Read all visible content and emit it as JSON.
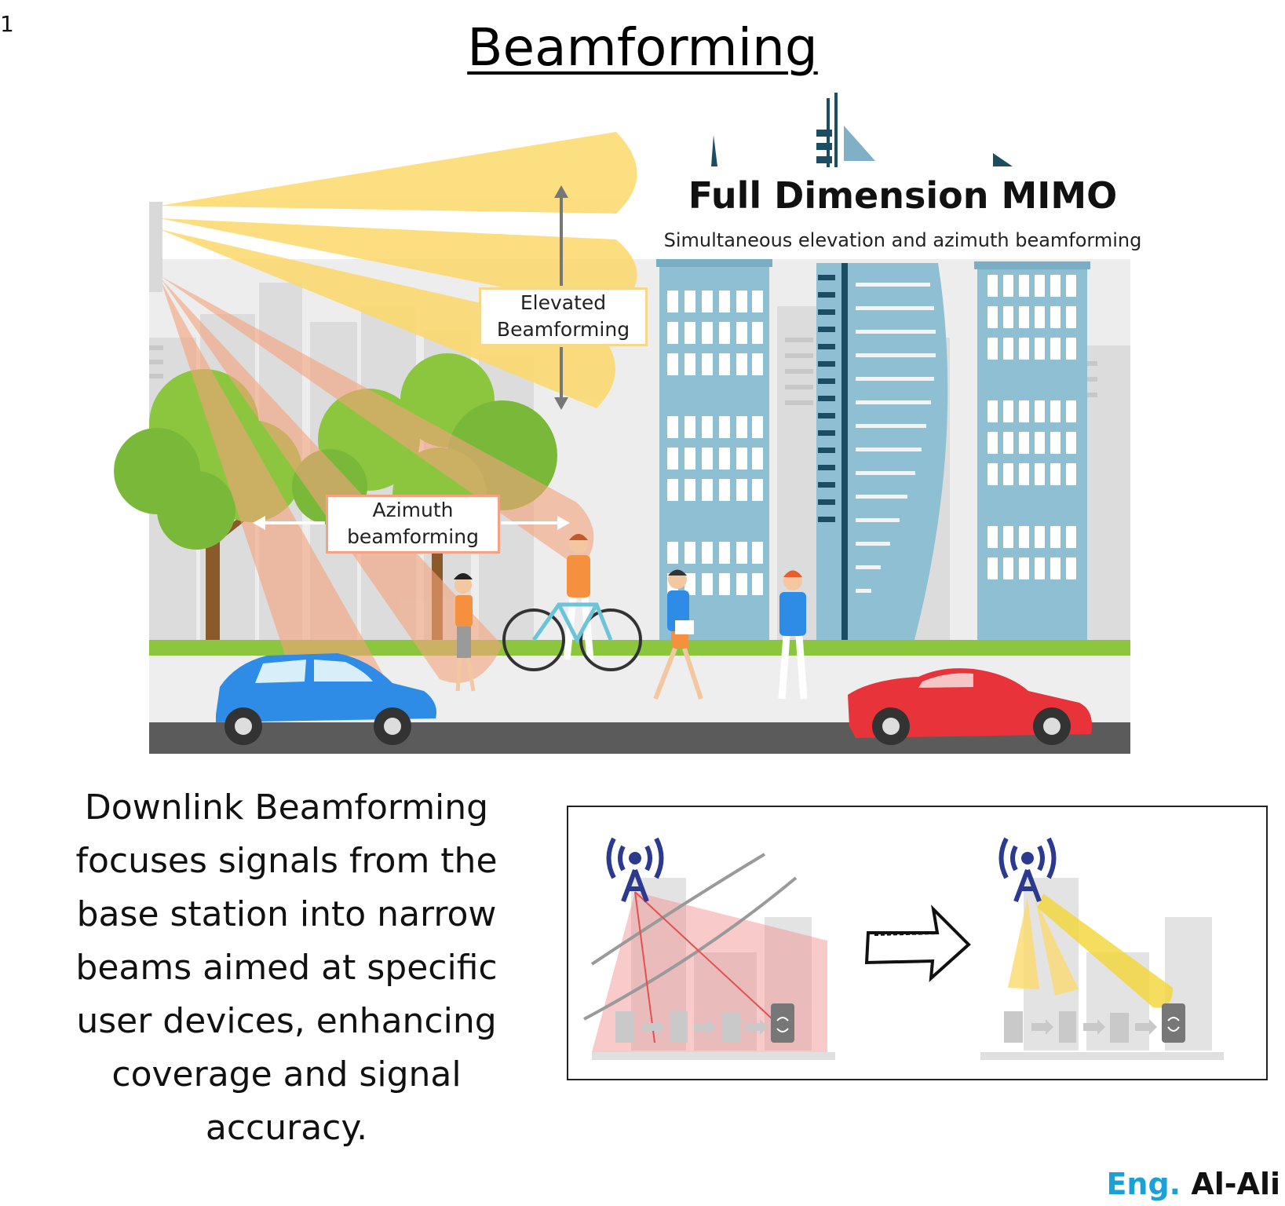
{
  "page_number": "1",
  "title": "Beamforming",
  "illustration": {
    "heading": "Full Dimension MIMO",
    "subheading": "Simultaneous elevation and azimuth beamforming",
    "label_elevated_line1": "Elevated",
    "label_elevated_line2": "Beamforming",
    "label_azimuth_line1": "Azimuth",
    "label_azimuth_line2": "beamforming"
  },
  "description": "Downlink Beamforming focuses signals from the base station into narrow beams aimed at specific user devices, enhancing coverage and signal accuracy.",
  "brand": {
    "prefix": "Eng.",
    "name": "Al-Ali"
  },
  "colors": {
    "elevated_beam": "#fcd96a",
    "azimuth_beam": "#f5a37c",
    "building": "#8fbfd3",
    "building_window": "#ffffff",
    "tree": "#8cc63f",
    "car_blue": "#2e8ce6",
    "car_red": "#e8333a",
    "road": "#5b5b5b",
    "brand_accent": "#19a1d8",
    "tower_icon": "#2b3a8f"
  },
  "icons": [
    "antenna-tower-icon",
    "arrow-right-icon",
    "phone-icon"
  ]
}
